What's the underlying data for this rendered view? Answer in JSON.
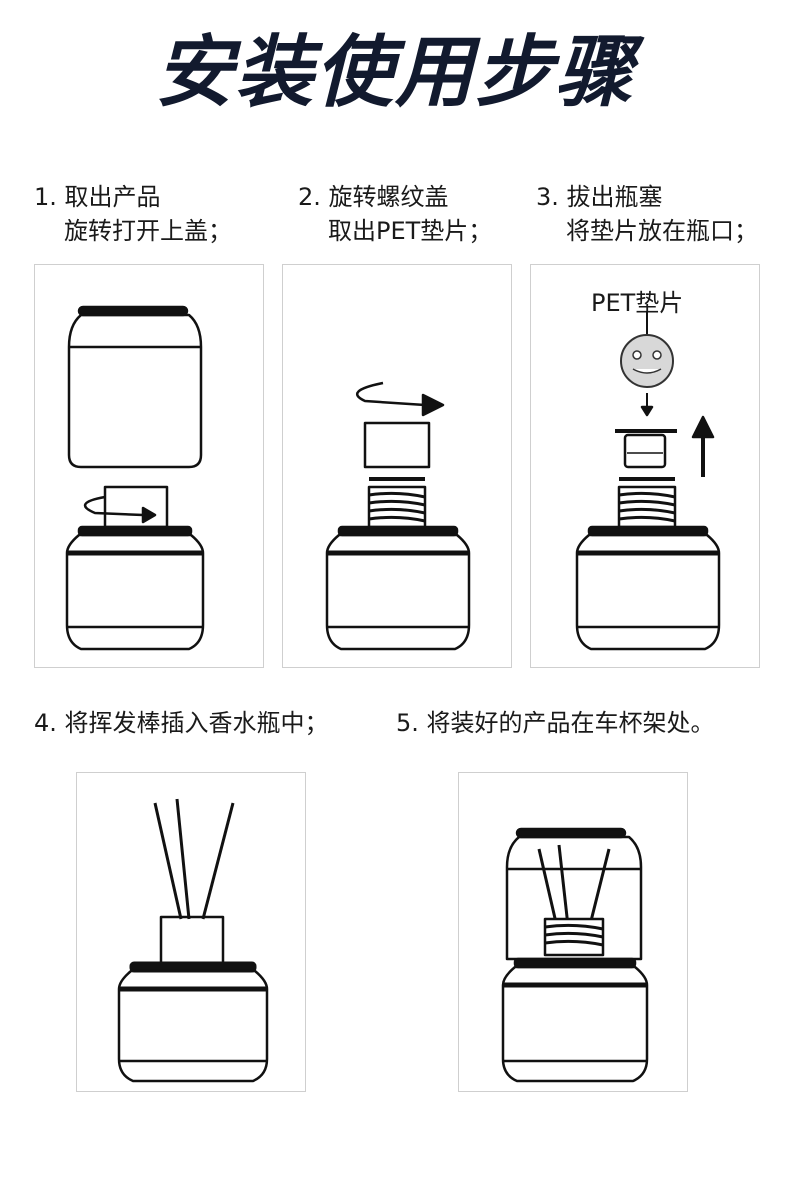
{
  "title": "安装使用步骤",
  "steps": [
    {
      "number": "1.",
      "line1": "取出产品",
      "line2": "旋转打开上盖；"
    },
    {
      "number": "2.",
      "line1": "旋转螺纹盖",
      "line2": "取出PET垫片；"
    },
    {
      "number": "3.",
      "line1": "拔出瓶塞",
      "line2": "将垫片放在瓶口；"
    },
    {
      "number": "4.",
      "line1": "将挥发棒插入香水瓶中；"
    },
    {
      "number": "5.",
      "line1": "将装好的产品在车杯架处。"
    }
  ],
  "labels": {
    "gasket": "PET垫片"
  },
  "colors": {
    "title": "#121a2e",
    "line": "#111111",
    "panel_border": "#cfcfcf"
  }
}
